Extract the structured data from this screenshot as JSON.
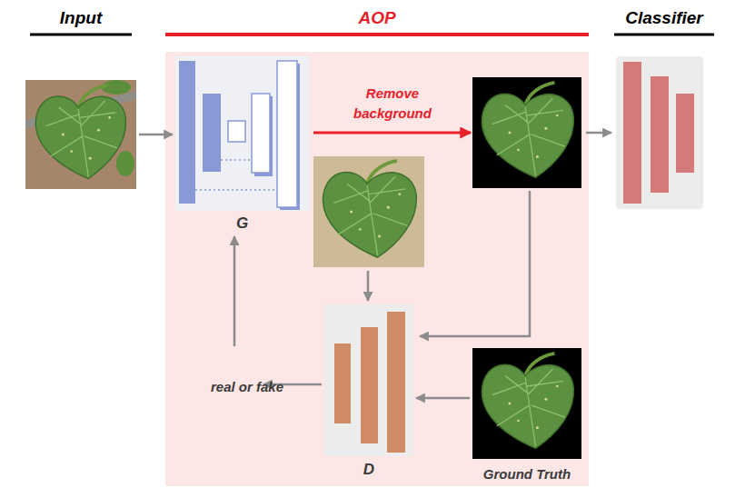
{
  "diagram": {
    "nodes": [
      {
        "text": [
          "Input"
        ]
      },
      {
        "text": [
          "AOP"
        ]
      },
      {
        "text": [
          "G"
        ],
        "in": 1
      },
      {
        "text": [
          "real or fake"
        ],
        "in": 1
      },
      {
        "text": [
          "D"
        ],
        "in": 1
      },
      {
        "text": [
          "Ground Truth"
        ],
        "in": 1
      },
      {
        "text": [
          "Classifier"
        ]
      }
    ],
    "edges": [
      {
        "from": 0,
        "to": 2,
        "arrow": "to"
      },
      {
        "from": 4,
        "to": 3,
        "arrow": "to"
      },
      {
        "from": 3,
        "to": 2,
        "arrow": "to"
      },
      {
        "from": 5,
        "to": 4,
        "arrow": "to"
      }
    ],
    "labels": [
      "Remove background"
    ]
  }
}
